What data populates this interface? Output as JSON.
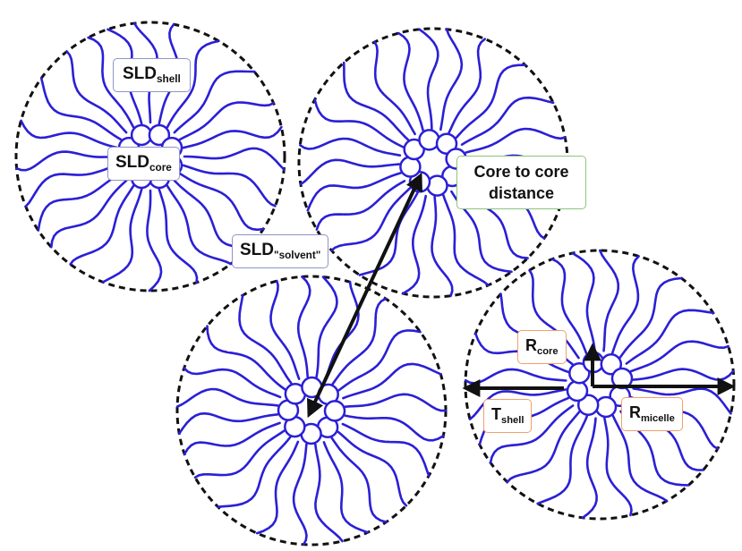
{
  "labels": {
    "sld_shell": {
      "main": "SLD",
      "sub": "shell"
    },
    "sld_core": {
      "main": "SLD",
      "sub": "core"
    },
    "sld_solvent": {
      "main": "SLD",
      "sub": "\"solvent\""
    },
    "core_to_core": "Core to core distance",
    "r_core": {
      "main": "R",
      "sub": "core"
    },
    "t_shell": {
      "main": "T",
      "sub": "shell"
    },
    "r_micelle": {
      "main": "R",
      "sub": "micelle"
    }
  },
  "colors": {
    "chain": "#2b1fd6",
    "boundary": "#111111",
    "arrow": "#111111",
    "label_blue_border": "#8f93c9",
    "label_green_border": "#8cc47a",
    "label_orange_border": "#f0a06a"
  },
  "micelles": [
    {
      "name": "micelle-top-left"
    },
    {
      "name": "micelle-top-right"
    },
    {
      "name": "micelle-bottom-left"
    },
    {
      "name": "micelle-bottom-right"
    }
  ]
}
